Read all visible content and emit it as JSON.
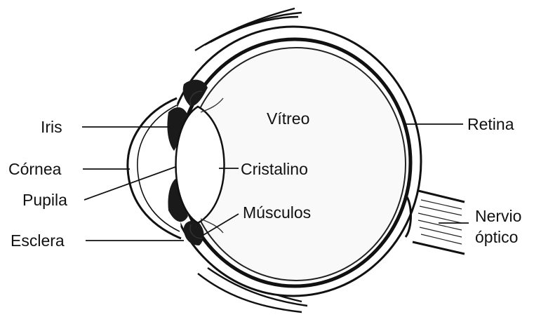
{
  "diagram": {
    "labels": {
      "iris": "Iris",
      "cornea": "Córnea",
      "pupila": "Pupila",
      "esclera": "Esclera",
      "vitreo": "Vítreo",
      "cristalino": "Cristalino",
      "musculos": "Músculos",
      "retina": "Retina",
      "nervio_line1": "Nervio",
      "nervio_line2": "óptico"
    }
  }
}
